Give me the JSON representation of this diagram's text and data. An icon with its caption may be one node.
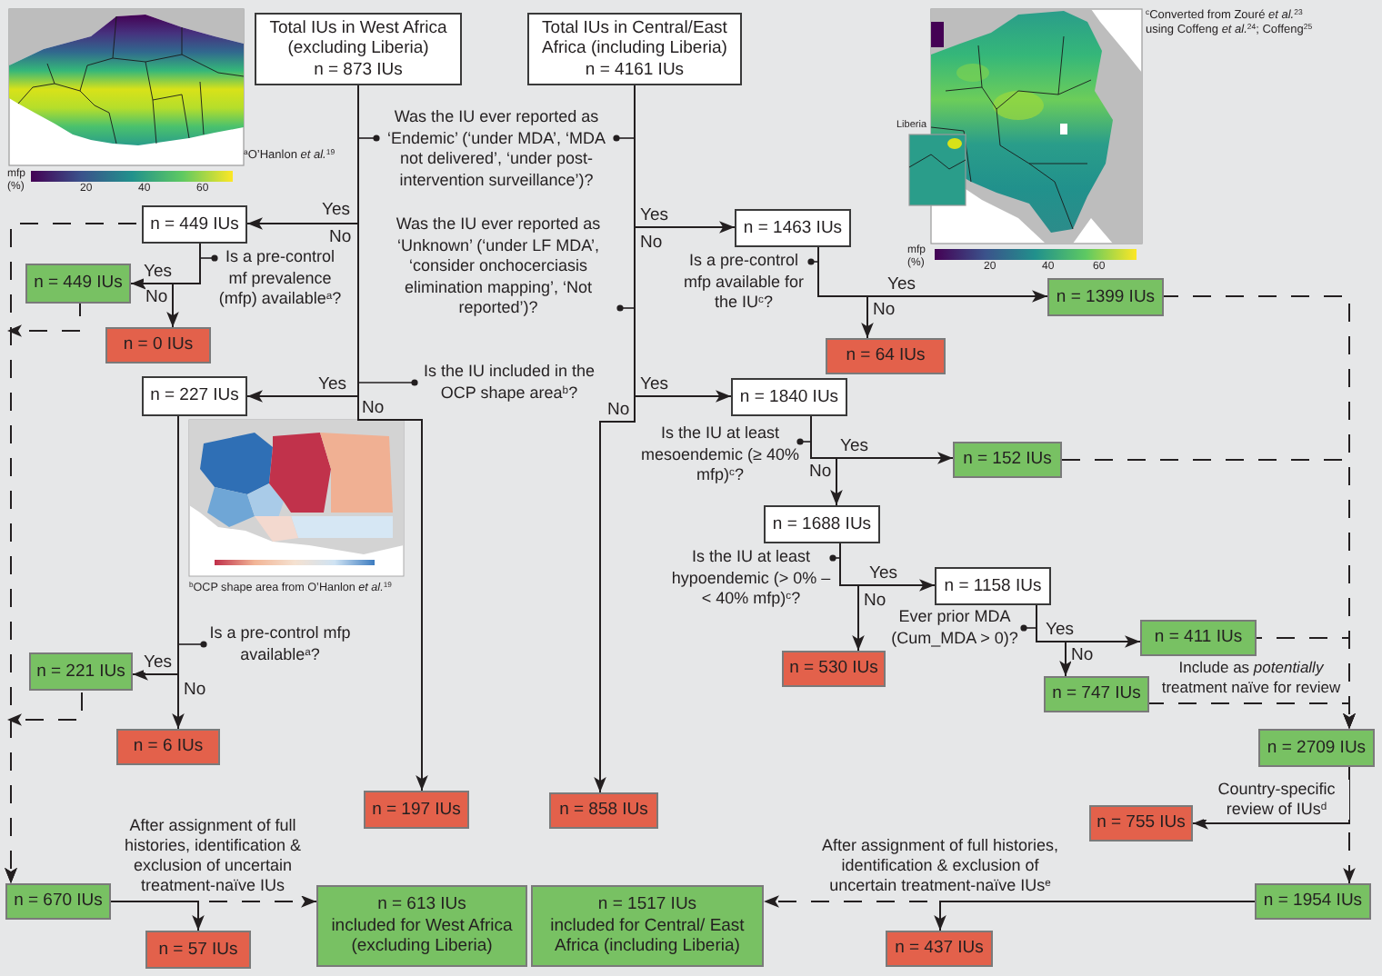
{
  "diagram": {
    "nodes": [
      {
        "text": [
          "Total IUs in West Africa (excluding Liberia)",
          "n = 873 IUs"
        ]
      },
      {
        "text": [
          "Total IUs in Central/East Africa (including Liberia)",
          "n = 4161 IUs"
        ]
      },
      {
        "text": [
          "Was the IU ever reported as ‘Endemic’ (‘under MDA’, ‘MDA not delivered’, ‘under post-intervention surveillance’)?"
        ]
      },
      {
        "text": [
          "n = 449 IUs"
        ]
      },
      {
        "text": [
          "n = 1463 IUs"
        ]
      },
      {
        "text": [
          "Was the IU ever reported as ‘Unknown’ (‘under LF MDA’, ‘consider onchocerciasis elimination mapping’, ‘Not reported’)?"
        ]
      },
      {
        "text": [
          "Is a pre-control mf prevalence (mfp) available$^{a}$?"
        ]
      },
      {
        "text": [
          "Is a pre-control mfp available for the IU$^{c}$?"
        ]
      },
      {
        "text": [
          "n = 449 IUs"
        ]
      },
      {
        "text": [
          "n = 1399 IUs"
        ]
      },
      {
        "text": [
          "n = 0 IUs"
        ]
      },
      {
        "text": [
          "n = 64 IUs"
        ]
      },
      {
        "text": [
          "Is the IU included in the OCP shape area$^{b}$?"
        ]
      },
      {
        "text": [
          "n = 227 IUs"
        ]
      },
      {
        "text": [
          "n = 1840 IUs"
        ]
      },
      {
        "text": [
          "Is the IU at least mesoendemic (≥ 40% mfp)$^{c}$?"
        ]
      },
      {
        "text": [
          "n = 152 IUs"
        ]
      },
      {
        "text": [
          "n = 1688 IUs"
        ]
      },
      {
        "text": [
          "Is the IU at least hypoendemic (> 0% – < 40% mfp)$^{c}$?"
        ]
      },
      {
        "text": [
          "n = 1158 IUs"
        ]
      },
      {
        "text": [
          "Ever prior MDA (Cum_MDA > 0)?"
        ]
      },
      {
        "text": [
          "n = 411 IUs"
        ]
      },
      {
        "text": [
          "Is a pre-control mfp available$^{a}$?"
        ]
      },
      {
        "text": [
          "n = 221 IUs"
        ]
      },
      {
        "text": [
          "n = 747 IUs"
        ]
      },
      {
        "text": [
          "n = 530 IUs"
        ]
      },
      {
        "text": [
          "n = 6 IUs"
        ]
      },
      {
        "text": [
          "n = 2709 IUs"
        ]
      },
      {
        "text": [
          "n = 197 IUs"
        ]
      },
      {
        "text": [
          "n = 858 IUs"
        ]
      },
      {
        "text": [
          "n = 755 IUs"
        ]
      },
      {
        "text": [
          "n = 670 IUs"
        ]
      },
      {
        "text": [
          "n = 613 IUs",
          "included for West Africa (excluding Liberia)"
        ]
      },
      {
        "text": [
          "n = 1517 IUs",
          "included for Central/ East Africa (including Liberia)"
        ]
      },
      {
        "text": [
          "n = 1954 IUs"
        ]
      },
      {
        "text": [
          "n = 57 IUs"
        ]
      },
      {
        "text": [
          "n = 437 IUs"
        ]
      }
    ],
    "edges": [
      {
        "from": 0,
        "to": 3,
        "arrow": "to",
        "label": "Yes"
      },
      {
        "from": 0,
        "to": 13,
        "arrow": "to",
        "label": "Yes"
      },
      {
        "from": 0,
        "to": 28,
        "arrow": "to",
        "label": "No"
      },
      {
        "from": 1,
        "to": 4,
        "arrow": "to",
        "label": "Yes"
      },
      {
        "from": 1,
        "to": 14,
        "arrow": "to",
        "label": "Yes"
      },
      {
        "from": 1,
        "to": 29,
        "arrow": "to",
        "label": "No"
      },
      {
        "from": 3,
        "to": 8,
        "arrow": "to",
        "label": "Yes"
      },
      {
        "from": 3,
        "to": 10,
        "arrow": "to",
        "label": "No"
      },
      {
        "from": 4,
        "to": 9,
        "arrow": "to",
        "label": "Yes"
      },
      {
        "from": 4,
        "to": 11,
        "arrow": "to",
        "label": "No"
      },
      {
        "from": 13,
        "to": 23,
        "arrow": "to",
        "label": "Yes"
      },
      {
        "from": 13,
        "to": 26,
        "arrow": "to",
        "label": "No"
      },
      {
        "from": 14,
        "to": 16,
        "arrow": "to",
        "label": "Yes"
      },
      {
        "from": 14,
        "to": 17,
        "arrow": "to",
        "label": "No"
      },
      {
        "from": 17,
        "to": 19,
        "arrow": "to",
        "label": "Yes"
      },
      {
        "from": 17,
        "to": 25,
        "arrow": "to",
        "label": "No"
      },
      {
        "from": 19,
        "to": 21,
        "arrow": "to",
        "label": "Yes"
      },
      {
        "from": 19,
        "to": 24,
        "arrow": "to",
        "label": "No"
      },
      {
        "from": 8,
        "to": 31,
        "arrow": "to",
        "style": "dashed"
      },
      {
        "from": 23,
        "to": 31,
        "arrow": "to",
        "style": "dashed"
      },
      {
        "from": 9,
        "to": 27,
        "arrow": "to",
        "style": "dashed"
      },
      {
        "from": 16,
        "to": 27,
        "arrow": "to",
        "style": "dashed"
      },
      {
        "from": 21,
        "to": 27,
        "arrow": "to",
        "style": "dashed"
      },
      {
        "from": 24,
        "to": 27,
        "arrow": "to",
        "style": "dashed",
        "label": "Include as *potentially* treatment naïve for review"
      },
      {
        "from": 27,
        "to": 30,
        "arrow": "to",
        "label": "Country-specific review of IUs$^{d}$"
      },
      {
        "from": 27,
        "to": 34,
        "arrow": "to",
        "style": "dashed"
      },
      {
        "from": 31,
        "to": 32,
        "arrow": "to",
        "style": "dashed",
        "label": "After assignment of full histories, identification & exclusion of uncertain treatment-naïve IUs"
      },
      {
        "from": 31,
        "to": 35,
        "arrow": "to"
      },
      {
        "from": 34,
        "to": 33,
        "arrow": "to",
        "style": "dashed",
        "label": "After assignment of full histories, identification & exclusion of uncertain treatment-naïve IUs$^{e}$"
      },
      {
        "from": 34,
        "to": 36,
        "arrow": "to"
      },
      {
        "from": 2,
        "to": null,
        "arrow": "other"
      },
      {
        "from": 2,
        "to": null,
        "arrow": "other"
      },
      {
        "from": 5,
        "to": null,
        "arrow": "other"
      },
      {
        "from": 6,
        "to": null,
        "arrow": "other"
      },
      {
        "from": 7,
        "to": null,
        "arrow": "other"
      },
      {
        "from": 12,
        "to": null,
        "arrow": "other"
      },
      {
        "from": 15,
        "to": null,
        "arrow": "other"
      },
      {
        "from": 18,
        "to": null,
        "arrow": "other"
      },
      {
        "from": 20,
        "to": null,
        "arrow": "other"
      },
      {
        "from": 22,
        "to": null,
        "arrow": "other"
      },
      {
        "from": 3,
        "to": 31,
        "arrow": "to",
        "style": "dashed"
      }
    ],
    "labels": [
      "$^{c}$Converted from Zouré *et al.*$^{23}$ using Coffeng *et al.*$^{24}$; Coffeng$^{25}$",
      "Liberia",
      "$^{a}$O’Hanlon *et al.*$^{19}$",
      "mfp (%)",
      "20",
      "40",
      "60",
      "No",
      "No",
      "mfp (%)",
      "20",
      "40",
      "60",
      "$^{b}$OCP shape area from O’Hanlon *et al.*$^{19}$"
    ]
  }
}
